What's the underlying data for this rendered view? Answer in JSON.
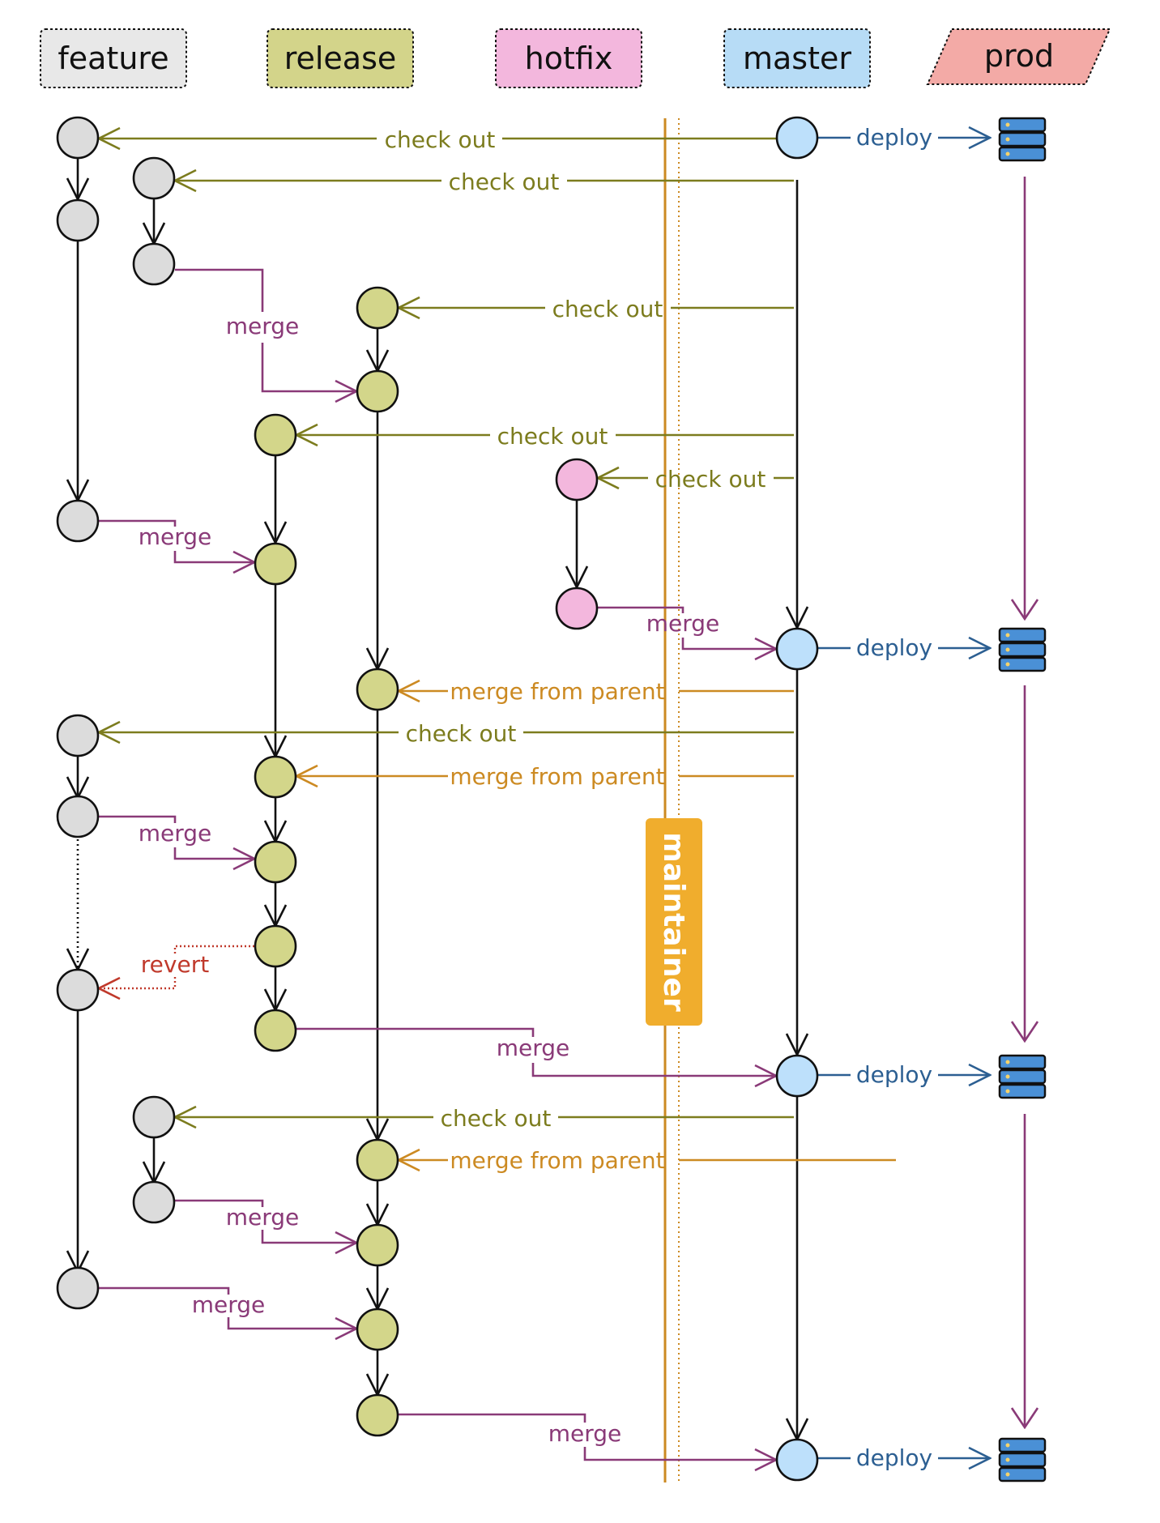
{
  "lanes": [
    {
      "id": "feature",
      "label": "feature",
      "fill": "#e8e8e8"
    },
    {
      "id": "release",
      "label": "release",
      "fill": "#d3d48a"
    },
    {
      "id": "hotfix",
      "label": "hotfix",
      "fill": "#f3b7dd"
    },
    {
      "id": "master",
      "label": "master",
      "fill": "#b7dcf6"
    },
    {
      "id": "prod",
      "label": "prod",
      "fill": "#f3aaa6"
    }
  ],
  "labels": {
    "check_out": "check out",
    "merge": "merge",
    "deploy": "deploy",
    "merge_from_parent": "merge from parent",
    "revert": "revert",
    "maintainer": "maintainer"
  },
  "colors": {
    "feature_node": "#dcdcdc",
    "release_node": "#d3d68a",
    "hotfix_node": "#f3b7dd",
    "master_node": "#bde0fb",
    "checkout": "#7c7c1e",
    "merge": "#8a3a78",
    "deploy": "#2c5f92",
    "merge_from_parent": "#cc8a22",
    "revert": "#c0392b",
    "maintainer": "#f0ad2d",
    "server": "#4a90d6"
  }
}
